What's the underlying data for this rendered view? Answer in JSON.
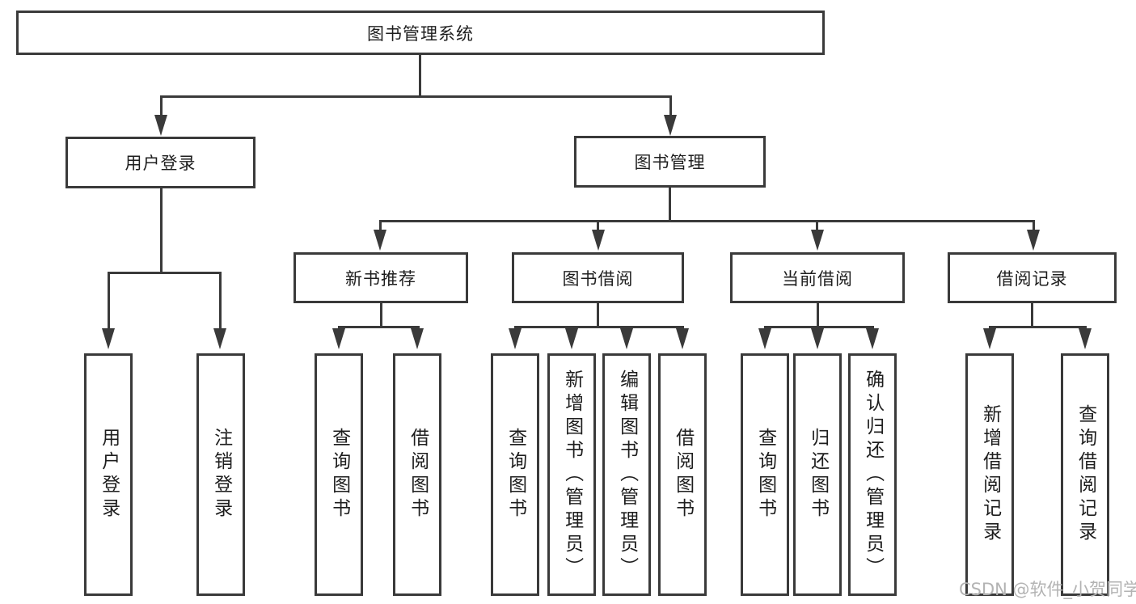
{
  "nodes": {
    "root": "图书管理系统",
    "user_login": "用户登录",
    "book_management": "图书管理",
    "new_book_recommend": "新书推荐",
    "book_borrowing": "图书借阅",
    "current_borrowing": "当前借阅",
    "borrowing_records": "借阅记录",
    "leaf_user_login": "用户登录",
    "leaf_logout": "注销登录",
    "leaf_query_books_a": "查询图书",
    "leaf_borrow_books_a": "借阅图书",
    "leaf_query_books_b": "查询图书",
    "leaf_add_book_admin": "新增图书（管理员）",
    "leaf_edit_book_admin": "编辑图书（管理员）",
    "leaf_borrow_books_b": "借阅图书",
    "leaf_query_books_c": "查询图书",
    "leaf_return_books": "归还图书",
    "leaf_confirm_return_admin": "确认归还（管理员）",
    "leaf_new_borrow_record": "新增借阅记录",
    "leaf_query_borrow_record": "查询借阅记录"
  },
  "watermark": "CSDN @软件_小贺同学",
  "colors": {
    "line": "#3a3a3a",
    "text": "#1e1e1e",
    "watermark": "#b3b3b3",
    "background": "#ffffff"
  }
}
